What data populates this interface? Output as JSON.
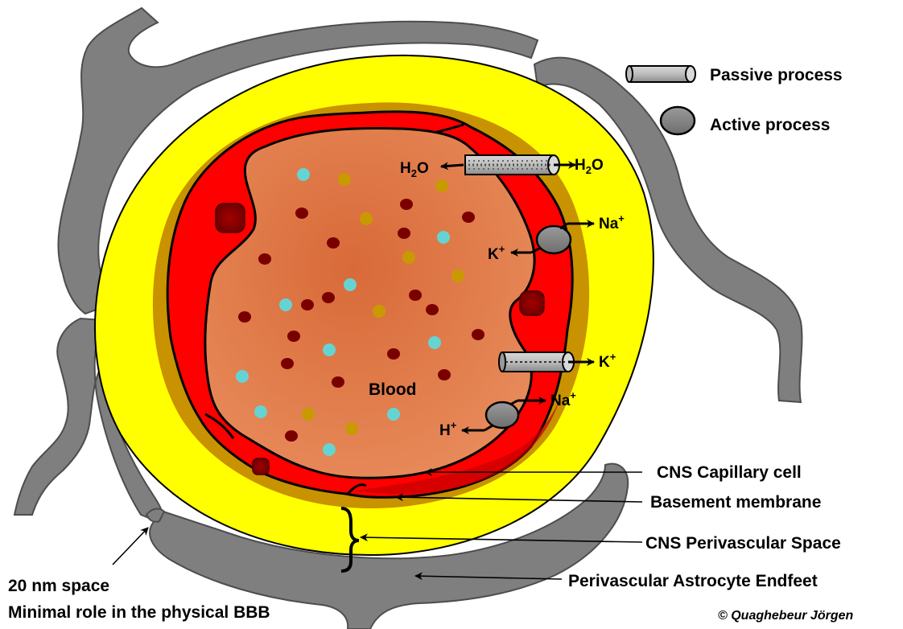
{
  "legend": {
    "passive": "Passive process",
    "active": "Active process"
  },
  "labels": {
    "blood": "Blood",
    "capillary_cell": "CNS Capillary cell",
    "basement_membrane": "Basement membrane",
    "perivascular_space": "CNS Perivascular Space",
    "astrocyte_endfeet": "Perivascular Astrocyte Endfeet",
    "gap_line1": "20 nm space",
    "gap_line2": "Minimal role in the physical BBB",
    "copyright": "© Quaghebeur Jörgen"
  },
  "ions": {
    "h2o_left_base": "H",
    "h2o_left_sub": "2",
    "h2o_left_tail": "O",
    "h2o_right_base": "H",
    "h2o_right_sub": "2",
    "h2o_right_tail": "O",
    "na1_base": "Na",
    "na1_sup": "+",
    "k1_base": "K",
    "k1_sup": "+",
    "k2_base": "K",
    "k2_sup": "+",
    "na2_base": "Na",
    "na2_sup": "+",
    "h_base": "H",
    "h_sup": "+"
  },
  "colors": {
    "astrocyte": "#7f7f7f",
    "perivascular_space": "#ffff00",
    "basement_membrane": "#c89200",
    "capillary_cell": "#ff0000",
    "blood": "#e07840",
    "red_blood_cell": "#7a0000",
    "cyan_particle": "#66d3d3",
    "gold_particle": "#c99a00",
    "channel": "#aaaaaa",
    "pump": "#888888"
  }
}
